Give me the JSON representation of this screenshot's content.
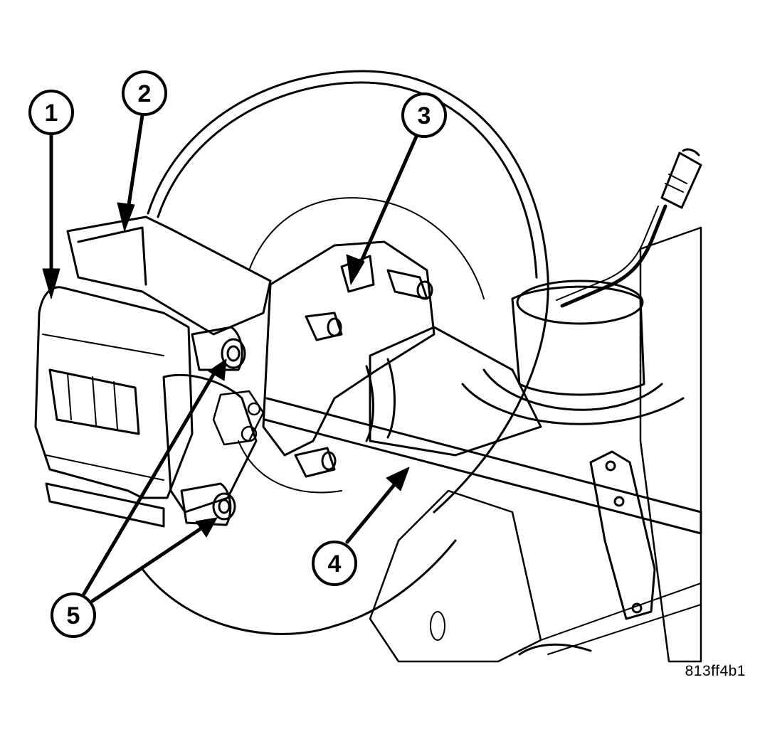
{
  "diagram": {
    "figure_id": "813ff4b1",
    "callouts": [
      {
        "label": "1",
        "name": "callout-1"
      },
      {
        "label": "2",
        "name": "callout-2"
      },
      {
        "label": "3",
        "name": "callout-3"
      },
      {
        "label": "4",
        "name": "callout-4"
      },
      {
        "label": "5",
        "name": "callout-5"
      }
    ]
  },
  "colors": {
    "line": "#000000",
    "background": "#ffffff"
  }
}
